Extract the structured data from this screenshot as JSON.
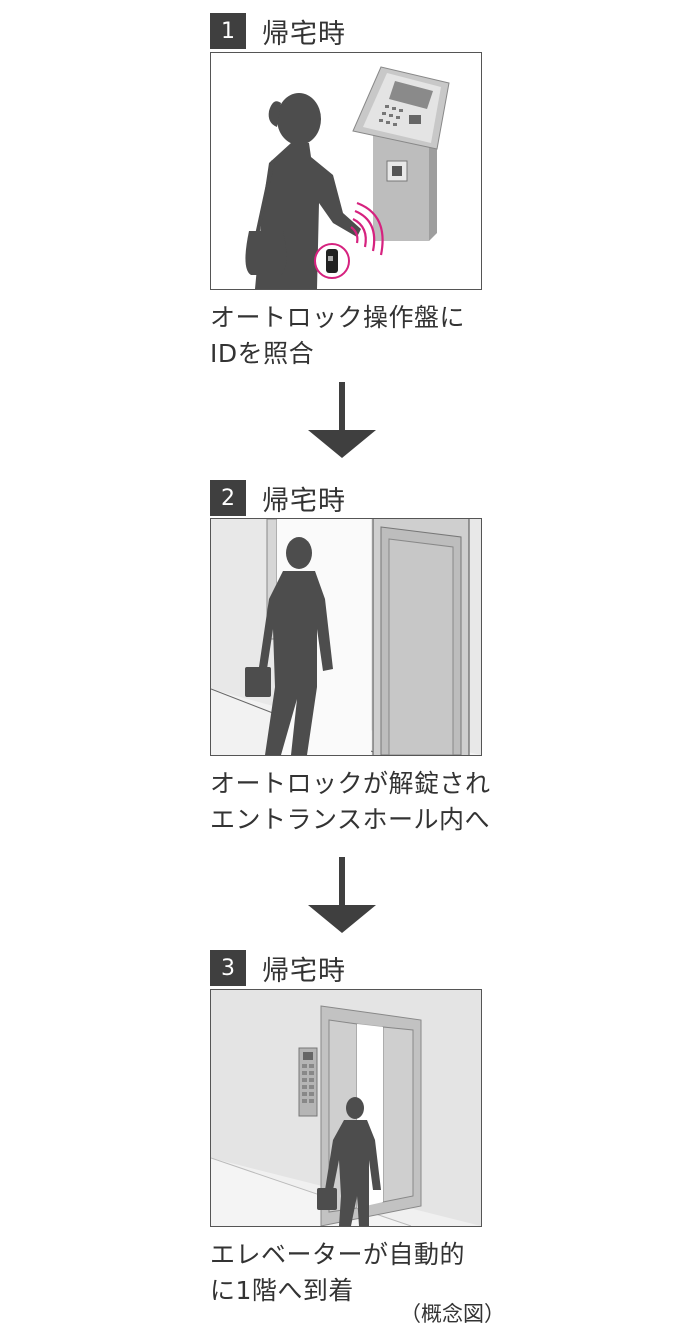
{
  "steps": [
    {
      "number": "1",
      "title": "帰宅時",
      "caption": [
        "オートロック操作盤に",
        "IDを照合"
      ]
    },
    {
      "number": "2",
      "title": "帰宅時",
      "caption": [
        "オートロックが解錠され",
        "エントランスホール内へ"
      ]
    },
    {
      "number": "3",
      "title": "帰宅時",
      "caption": [
        "エレベーターが自動的",
        "に1階へ到着"
      ]
    }
  ],
  "note": "（概念図）",
  "colors": {
    "label_bg": "#3f3f3f",
    "silhouette": "#4d4d4d",
    "signal": "#d6227f",
    "panel_border": "#555555"
  },
  "icons": [
    "down-arrow-icon",
    "nfc-signal-icon"
  ]
}
